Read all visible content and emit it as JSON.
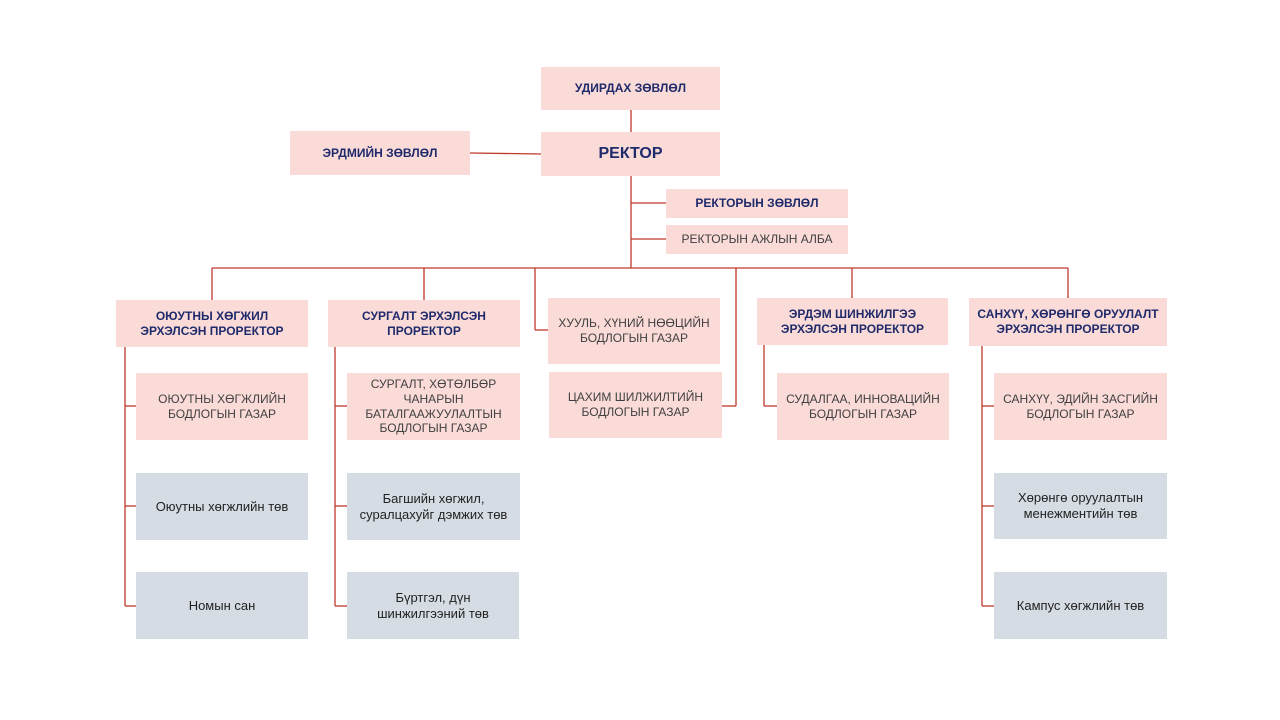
{
  "board": "УДИРДАХ ЗӨВЛӨЛ",
  "rector": "РЕКТОР",
  "academic_council": "ЭРДМИЙН  ЗӨВЛӨЛ",
  "rector_council": "РЕКТОРЫН  ЗӨВЛӨЛ",
  "rector_office": "РЕКТОРЫН АЖЛЫН АЛБА",
  "columns": {
    "student": {
      "head": "ОЮУТНЫ ХӨГЖИЛ ЭРХЭЛСЭН ПРОРЕКТОР",
      "units": [
        "ОЮУТНЫ ХӨГЖЛИЙН БОДЛОГЫН ГАЗАР",
        "Оюутны хөгжлийн төв",
        "Номын сан"
      ]
    },
    "teaching": {
      "head": "СУРГАЛТ  ЭРХЭЛСЭН ПРОРЕКТОР",
      "units": [
        "СУРГАЛТ, ХӨТӨЛБӨР ЧАНАРЫН БАТАЛГААЖУУЛАЛТЫН БОДЛОГЫН ГАЗАР",
        "Багшийн хөгжил, суралцахуйг дэмжих төв",
        "Бүртгэл, дүн шинжилгээний төв"
      ]
    },
    "middle": {
      "units": [
        "ХУУЛЬ, ХҮНИЙ НӨӨЦИЙН БОДЛОГЫН ГАЗАР",
        "ЦАХИМ  ШИЛЖИЛТИЙН БОДЛОГЫН ГАЗАР"
      ]
    },
    "research": {
      "head": "ЭРДЭМ ШИНЖИЛГЭЭ ЭРХЭЛСЭН ПРОРЕКТОР",
      "units": [
        "СУДАЛГАА, ИННОВАЦИЙН БОДЛОГЫН ГАЗАР"
      ]
    },
    "finance": {
      "head": "САНХҮҮ, ХӨРӨНГӨ ОРУУЛАЛТ  ЭРХЭЛСЭН ПРОРЕКТОР",
      "units": [
        "САНХҮҮ, ЭДИЙН ЗАСГИЙН БОДЛОГЫН ГАЗАР",
        "Хөрөнгө оруулалтын менежментийн төв",
        "Кампус хөгжлийн төв"
      ]
    }
  },
  "colors": {
    "connector": "#c0392b",
    "pink_box": "#fadbd8",
    "gray_box": "#d6dce4",
    "navy_text": "#1f2a6b"
  }
}
